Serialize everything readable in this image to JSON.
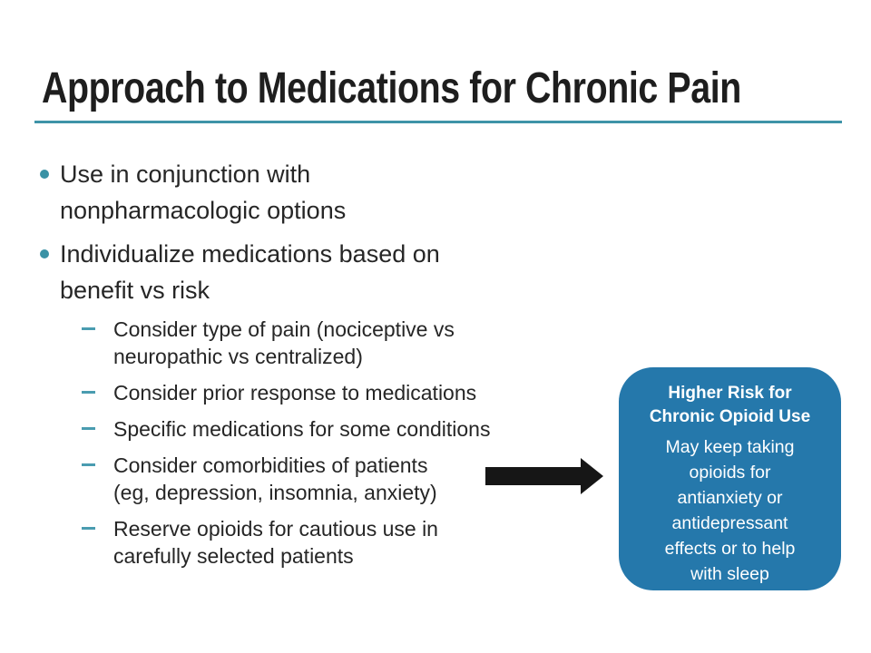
{
  "slide": {
    "title": "Approach to Medications for Chronic Pain",
    "accent_color": "#3E93A8",
    "text_color": "#262626",
    "bullets": [
      {
        "text": "Use in conjunction with\nnonpharmacologic options",
        "sub_bullets": []
      },
      {
        "text": "Individualize medications based on\nbenefit vs risk",
        "sub_bullets": [
          {
            "text": "Consider type of pain (nociceptive vs\nneuropathic vs centralized)"
          },
          {
            "text": "Consider prior response to medications"
          },
          {
            "text": "Specific medications for some conditions"
          },
          {
            "text": "Consider comorbidities of patients\n(eg, depression, insomnia, anxiety)"
          },
          {
            "text": "Reserve opioids for cautious use in\ncarefully selected patients"
          }
        ]
      }
    ]
  },
  "callout": {
    "title": "Higher Risk for\nChronic Opioid Use",
    "body": "May keep taking\nopioids for\nantianxiety or\nantidepressant\neffects or to help\nwith sleep",
    "bg_color": "#2578AB",
    "text_color": "#FFFFFF"
  },
  "icons": {
    "bullet": "teal-dot",
    "sub_bullet": "teal-dash",
    "arrow": "black-right-arrow",
    "arrow_color": "#161616"
  }
}
